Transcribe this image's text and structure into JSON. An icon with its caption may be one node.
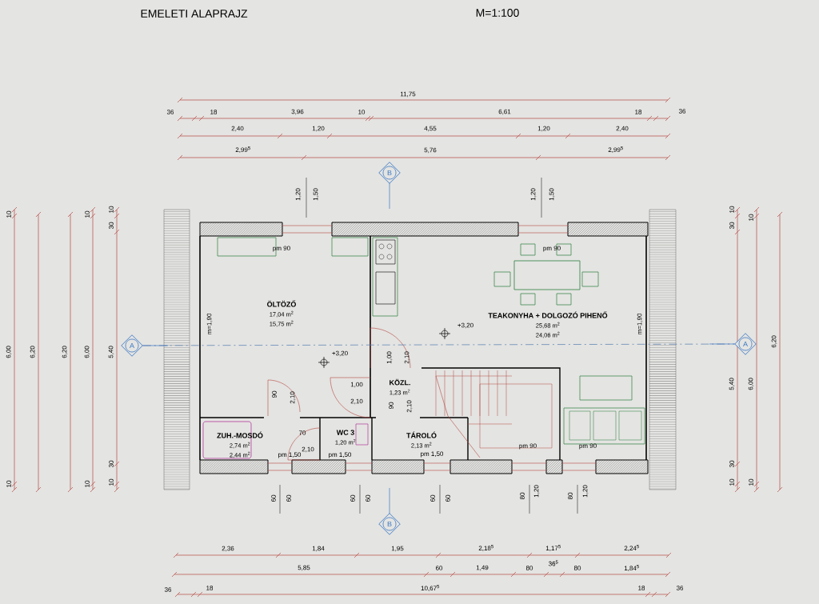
{
  "diagram": {
    "title": "EMELETI ALAPRAJZ",
    "nodes": [
      {
        "text": [
          "B"
        ]
      },
      {
        "text": [
          "ÖLTÖZŐ",
          "17,04 m$^{2}$",
          "15,75 m$^{2}$"
        ]
      },
      {
        "text": [
          "TEAKONYHA + DOLGOZÓ PIHENŐ",
          "25,68 m$^{2}$",
          "24,06 m$^{2}$"
        ]
      },
      {
        "text": [
          "A"
        ]
      },
      {
        "text": [
          "A"
        ]
      },
      {
        "text": [
          "KÖZL.",
          "1,23 m$^{2}$"
        ]
      },
      {
        "text": [
          "ZUH.-MOSDÓ",
          "2,74 m$^{2}$",
          "2,44 m$^{2}$"
        ]
      },
      {
        "text": [
          "WC 3",
          "1,20 m$^{2}$"
        ]
      },
      {
        "text": [
          "TÁROLÓ",
          "2,13 m$^{2}$"
        ]
      },
      {
        "text": [
          "B"
        ]
      }
    ],
    "edges": [
      {
        "from": 3,
        "to": 4,
        "arrow": "none",
        "style": "dashed"
      }
    ],
    "labels": [
      "M=1:100",
      "11,75",
      "36",
      "18",
      "3,96",
      "10",
      "6,61",
      "18",
      "36",
      "2,40",
      "1,20",
      "4,55",
      "1,20",
      "2,40",
      "2,99$^{5}$",
      "5,76",
      "2,99$^{5}$",
      "1,20",
      "1,50",
      "1,20",
      "1,50",
      "pm 90",
      "pm 90",
      "m=1,90",
      "m=1,90",
      "+3,20",
      "1,00",
      "2,10",
      "+3,20",
      "90",
      "2,10",
      "1,00",
      "2,10",
      "90",
      "2,10",
      "70",
      "2,10",
      "pm 1,50",
      "pm 1,50",
      "pm 1,50",
      "pm 90",
      "pm 90",
      "60",
      "60",
      "60",
      "60",
      "60",
      "60",
      "80",
      "1,20",
      "80",
      "1,20",
      "2,36",
      "1,84",
      "1,95",
      "2,18$^{5}$",
      "1,17$^{5}$",
      "36$^{5}$",
      "2,24$^{5}$",
      "5,85",
      "60",
      "1,49",
      "80",
      "80",
      "1,84$^{5}$",
      "36",
      "18",
      "10,67$^{5}$",
      "18",
      "36",
      "10",
      "6,00",
      "10",
      "6,20",
      "6,20",
      "10",
      "6,00",
      "10",
      "10",
      "30",
      "5,40",
      "30",
      "10",
      "10",
      "30",
      "5,40",
      "30",
      "10",
      "10",
      "6,00",
      "10",
      "6,20"
    ]
  }
}
